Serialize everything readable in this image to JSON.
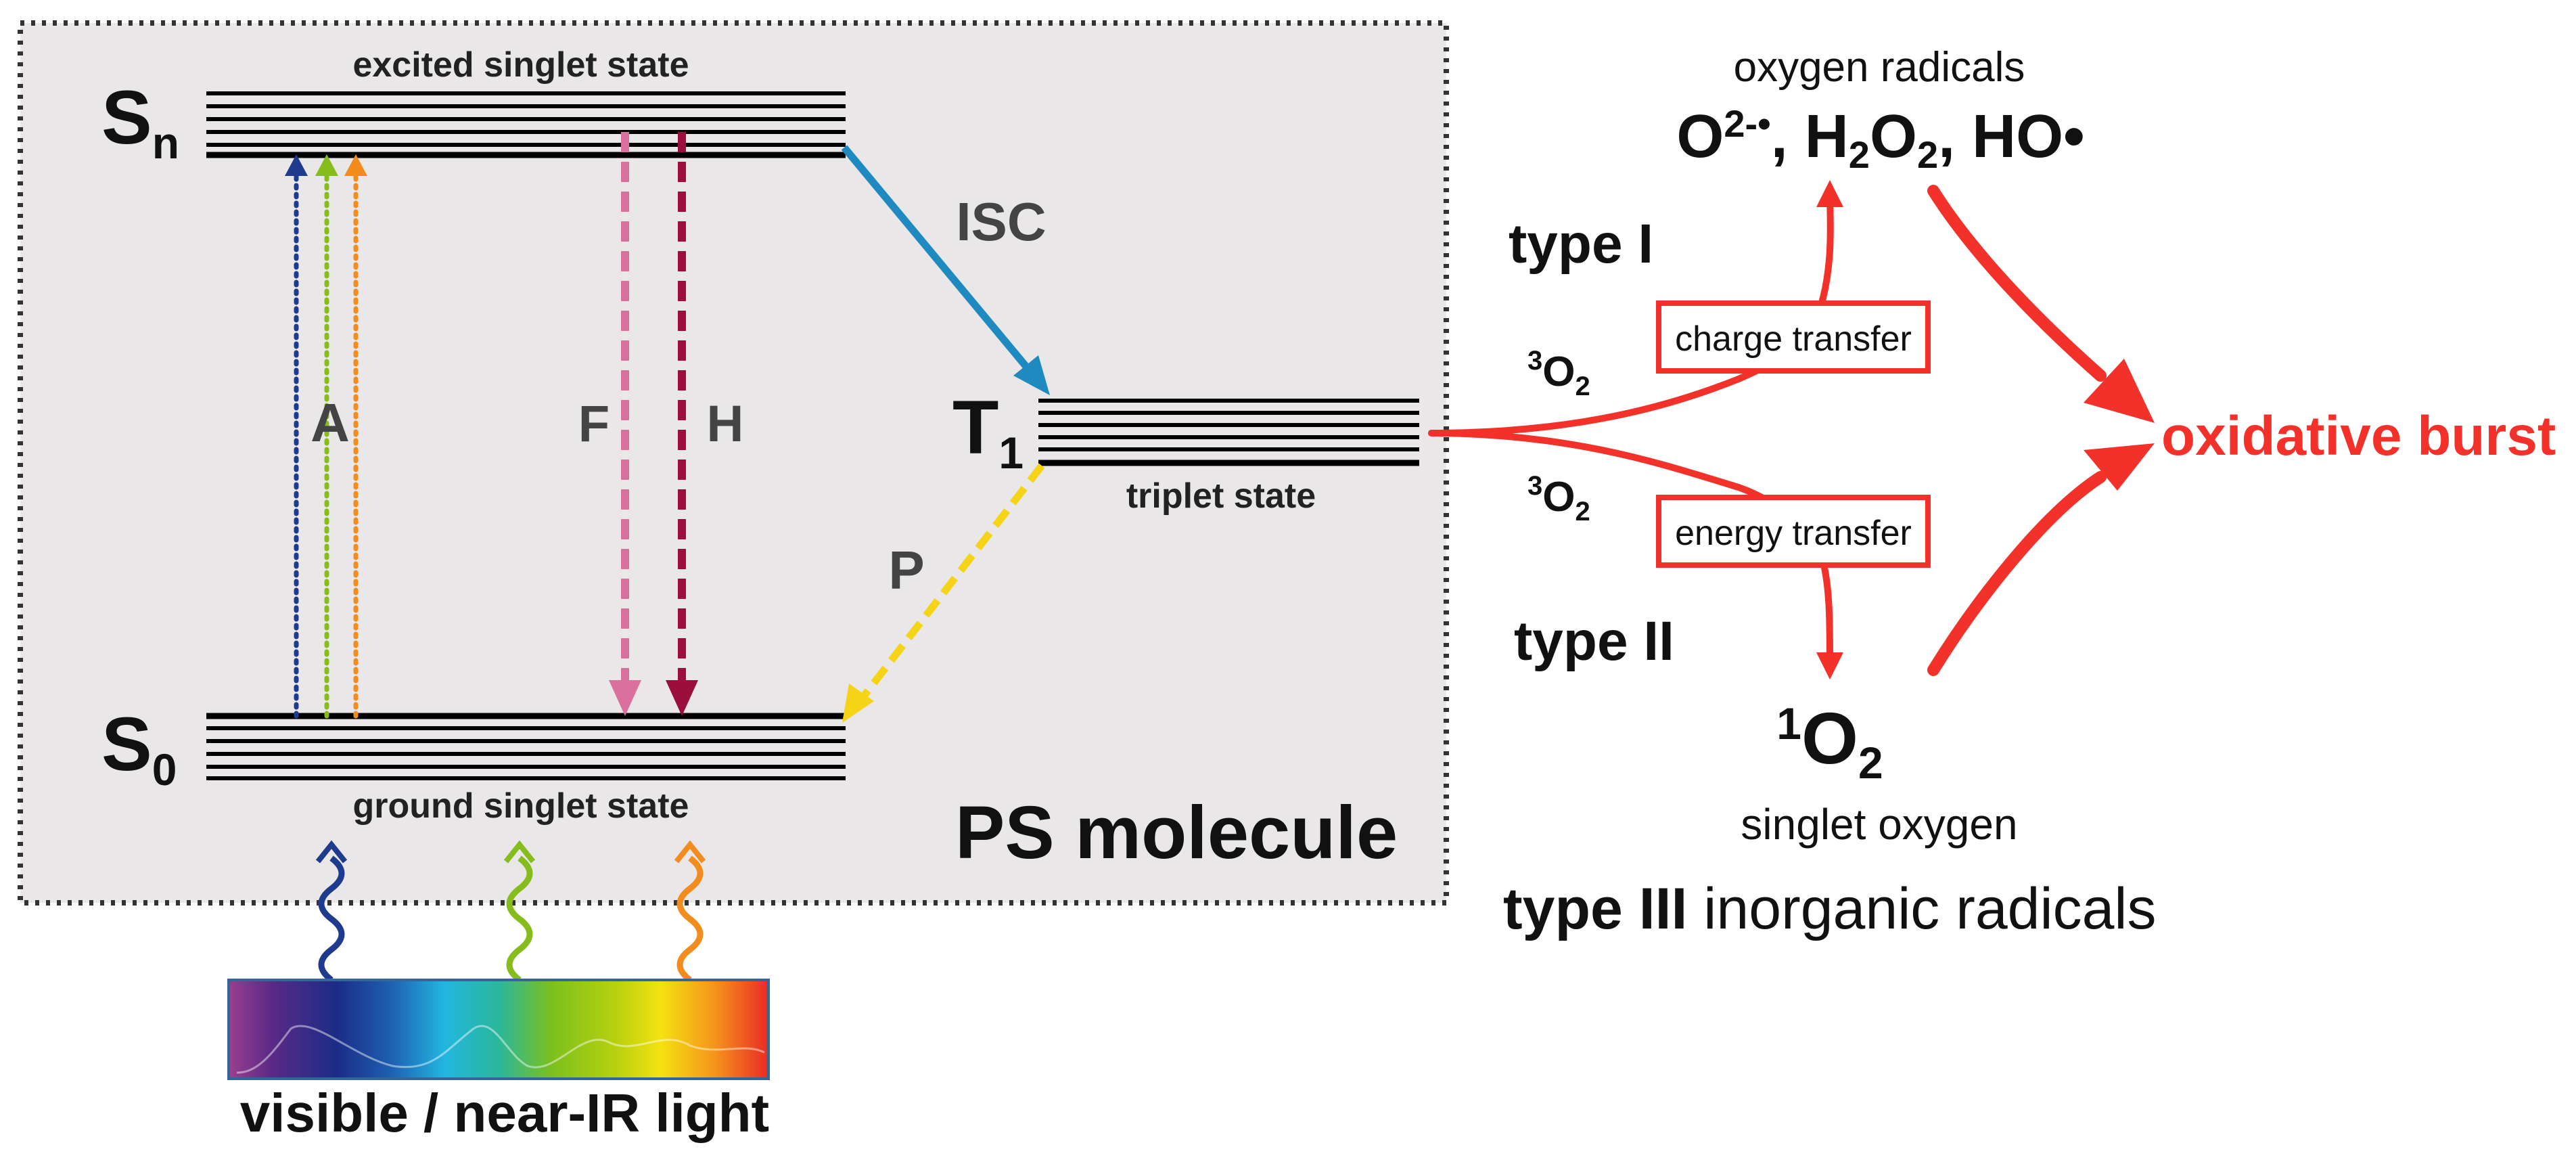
{
  "states": {
    "sn": {
      "main": "S",
      "sub": "n",
      "caption": "excited singlet state"
    },
    "s0": {
      "main": "S",
      "sub": "0",
      "caption": "ground singlet state"
    },
    "t1": {
      "main": "T",
      "sub": "1",
      "caption": "triplet state"
    }
  },
  "transitions": {
    "absorption": "A",
    "fluorescence": "F",
    "heat": "H",
    "isc": "ISC",
    "phosphorescence": "P"
  },
  "ps_label": "PS molecule",
  "light_label": "visible / near-IR light",
  "oxygen": {
    "o3_sup": "3",
    "o_main": "O",
    "o_sub": "2",
    "o1_sup": "1"
  },
  "type1": {
    "label": "type I",
    "box": "charge transfer",
    "radicals_caption": "oxygen radicals",
    "radicals": {
      "superoxide_main": "O",
      "superoxide_sup": "2-•",
      "sep1": ", H",
      "h2o2_sub_a": "2",
      "h2o2_mid": "O",
      "h2o2_sub_b": "2",
      "sep2": ", HO•"
    }
  },
  "type2": {
    "label": "type II",
    "box": "energy transfer",
    "product_caption": "singlet oxygen"
  },
  "type3": {
    "bold": "type III",
    "rest": " inorganic radicals"
  },
  "outcome": "oxidative burst",
  "colors": {
    "panel_bg": "#e9e7e8",
    "panel_border": "#333333",
    "text": "#111111",
    "label_gray": "#444444",
    "red": "#f2322a",
    "isc_blue": "#1f8ac0",
    "phosphorescence_yellow": "#f5d417",
    "fluorescence_pink": "#d9709e",
    "heat_maroon": "#9b0f3c",
    "absorb_navy": "#1f3b8e",
    "absorb_green": "#86bc1b",
    "absorb_orange": "#f28c1e"
  }
}
